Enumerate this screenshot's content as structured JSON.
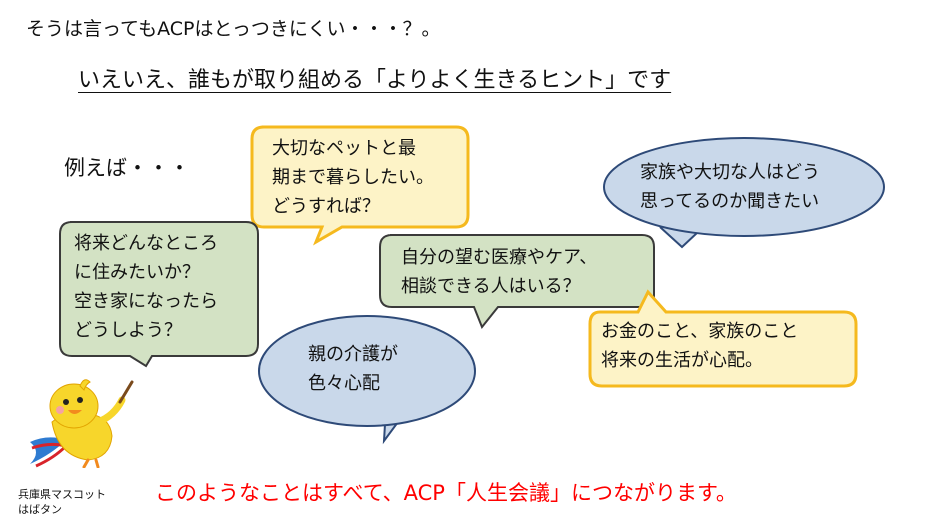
{
  "slide": {
    "heading": "そうは言ってもACPはとっつきにくい・・・？。",
    "subheading": "いえいえ、誰もが取り組める「よりよく生きるヒント」です",
    "example_label": "例えば・・・",
    "bubbles": [
      {
        "id": "pet",
        "text": "大切なペットと最\n期まで暮らしたい。\nどうすれば？"
      },
      {
        "id": "family",
        "text": "家族や大切な人はどう\n思ってるのか聞きたい"
      },
      {
        "id": "housing",
        "text": "将来どんなところ\nに住みたいか？\n空き家になったら\nどうしよう？"
      },
      {
        "id": "care",
        "text": "自分の望む医療やケア、\n相談できる人はいる？"
      },
      {
        "id": "parent",
        "text": "親の介護が\n色々心配"
      },
      {
        "id": "money",
        "text": "お金のこと、家族のこと\n将来の生活が心配。"
      }
    ],
    "conclusion": "このようなことはすべて、ACP「人生会議」につながります。",
    "mascot_caption": "兵庫県マスコット\nはばタン",
    "colors": {
      "yellow_fill": "#fdf3c7",
      "yellow_stroke": "#f5b91e",
      "blue_fill": "#c9d8ea",
      "blue_stroke": "#2e4a78",
      "green_fill": "#d3e2c4",
      "green_stroke": "#3a3a3a",
      "red_text": "#ff0000"
    }
  }
}
